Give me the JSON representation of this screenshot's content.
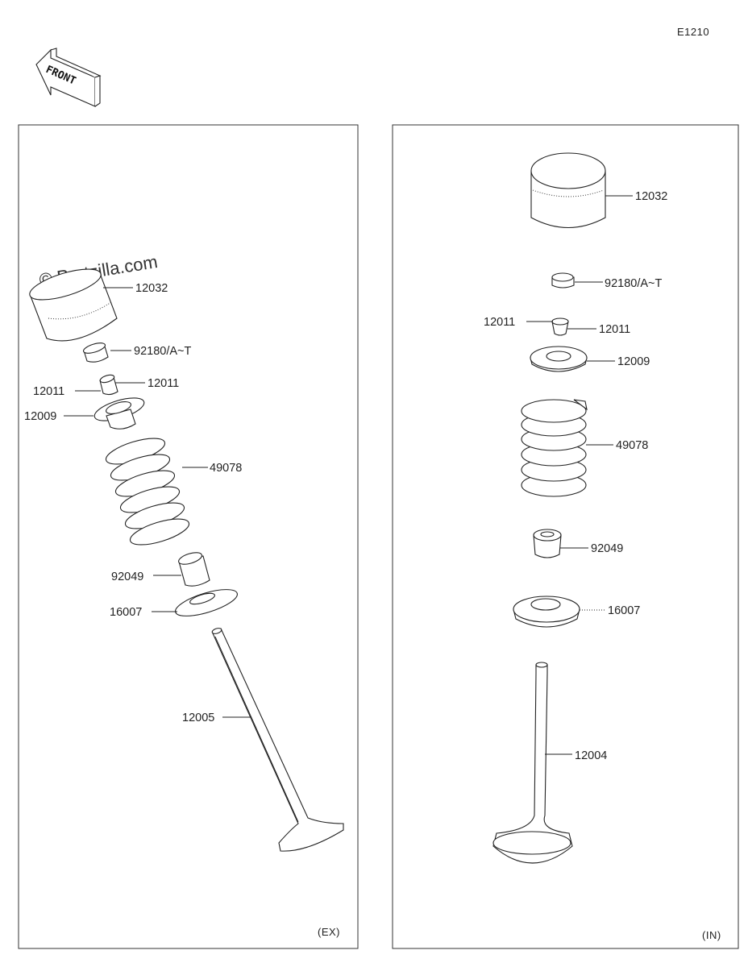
{
  "diagram_code": "E1210",
  "front_label": "FRONT",
  "watermark": "© Partzilla.com",
  "exhaust": {
    "section_label": "(EX)",
    "parts": [
      {
        "id": "12032"
      },
      {
        "id": "92180/A~T"
      },
      {
        "id": "12011"
      },
      {
        "id": "12011"
      },
      {
        "id": "12009"
      },
      {
        "id": "49078"
      },
      {
        "id": "92049"
      },
      {
        "id": "16007"
      },
      {
        "id": "12005"
      }
    ]
  },
  "intake": {
    "section_label": "(IN)",
    "parts": [
      {
        "id": "12032"
      },
      {
        "id": "92180/A~T"
      },
      {
        "id": "12011"
      },
      {
        "id": "12011"
      },
      {
        "id": "12009"
      },
      {
        "id": "49078"
      },
      {
        "id": "92049"
      },
      {
        "id": "16007"
      },
      {
        "id": "12004"
      }
    ]
  }
}
